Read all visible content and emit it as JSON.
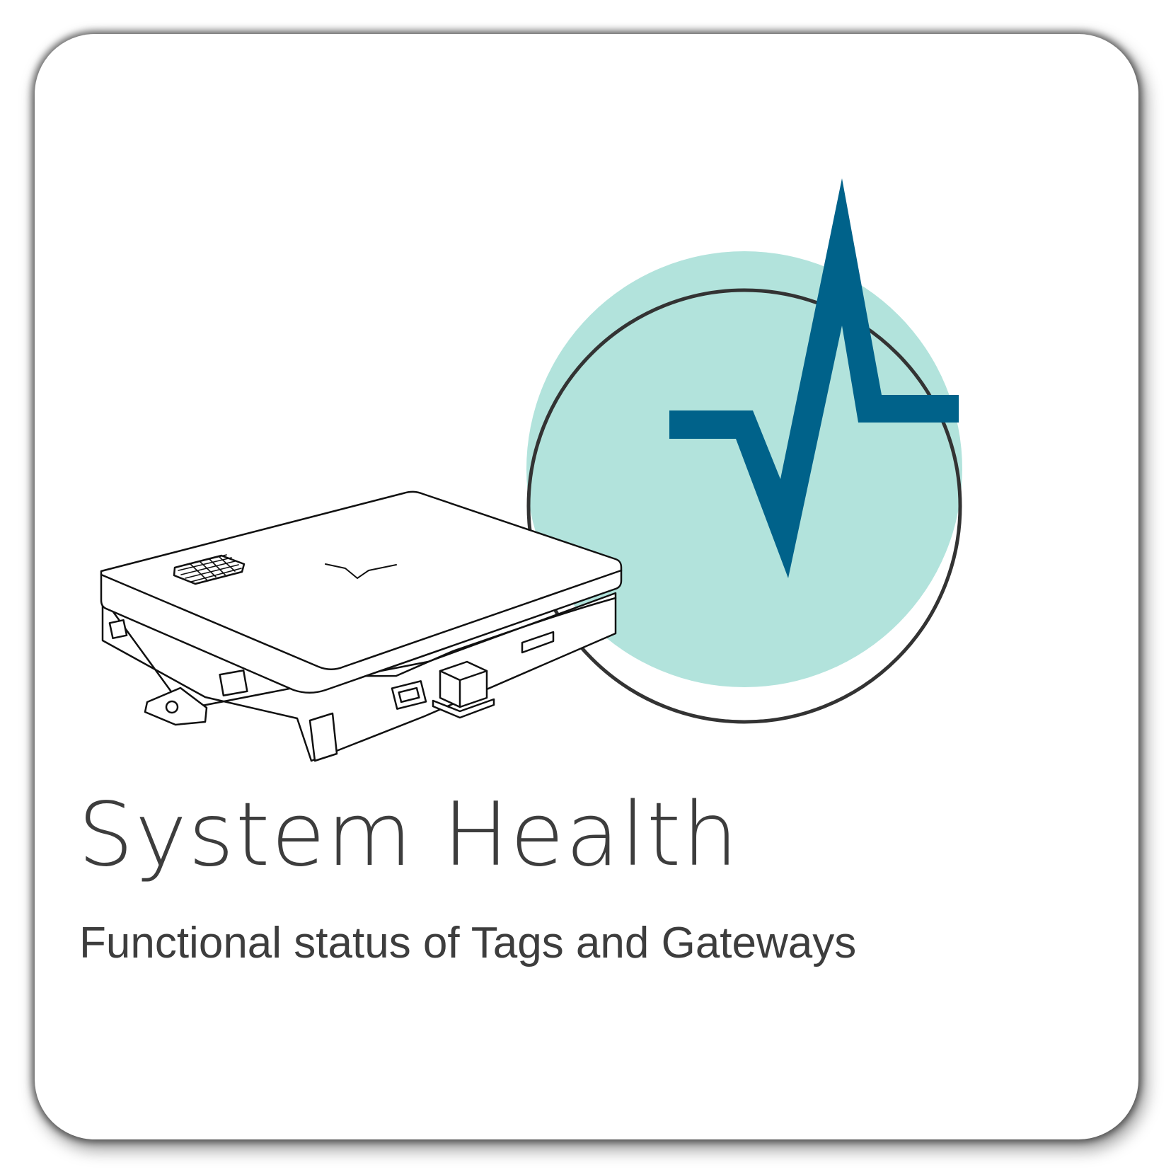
{
  "card": {
    "title": "System Health",
    "subtitle": "Functional status of Tags and Gateways"
  },
  "icons": {
    "device": "gateway-device-illustration",
    "pulse": "heartbeat-pulse-icon"
  },
  "colors": {
    "circle_fill": "#b2e3dc",
    "pulse": "#00628a",
    "text": "#3d3d3d",
    "outline": "#333333"
  }
}
